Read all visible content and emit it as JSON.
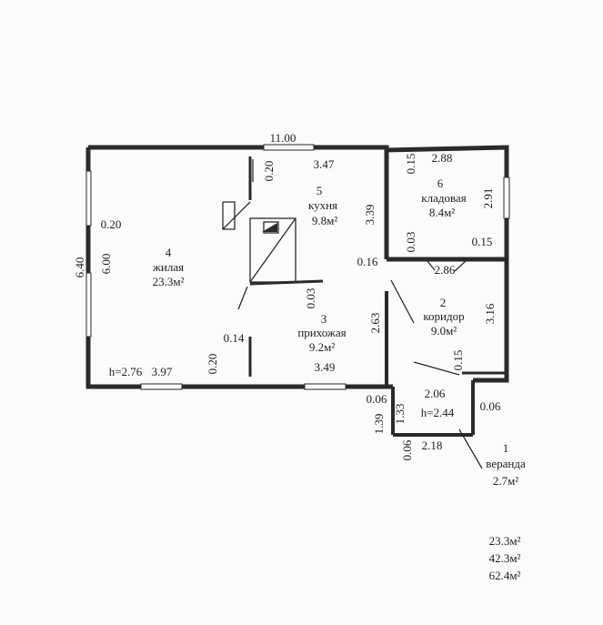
{
  "rooms": [
    {
      "num": "1",
      "name": "веранда",
      "area": "2.7м²"
    },
    {
      "num": "2",
      "name": "коридор",
      "area": "9.0м²"
    },
    {
      "num": "3",
      "name": "прихожая",
      "area": "9.2м²"
    },
    {
      "num": "4",
      "name": "жилая",
      "area": "23.3м²"
    },
    {
      "num": "5",
      "name": "кухня",
      "area": "9.8м²"
    },
    {
      "num": "6",
      "name": "кладовая",
      "area": "8.4м²"
    }
  ],
  "dimensions": {
    "overall_width": "11.00",
    "overall_height": "6.40",
    "living_height": "6.00",
    "living_width_bottom": "3.97",
    "ceiling_height_main": "h=2.76",
    "ceiling_height_veranda": "h=2.44",
    "kitchen_width": "3.47",
    "kitchen_depth": "3.39",
    "hall_width": "3.49",
    "hall_depth": "2.63",
    "storage_width": "2.88",
    "storage_depth": "2.91",
    "corridor_width": "2.86",
    "corridor_depth": "3.16",
    "veranda_width_top": "2.06",
    "veranda_width_bottom": "2.18",
    "veranda_depth_left": "1.39",
    "veranda_depth_inner": "1.33",
    "wall_020_a": "0.20",
    "wall_020_b": "0.20",
    "wall_020_c": "0.20",
    "wall_015_a": "0.15",
    "wall_015_b": "0.15",
    "wall_015_c": "0.15",
    "wall_014": "0.14",
    "wall_016": "0.16",
    "wall_003_a": "0.03",
    "wall_003_b": "0.03",
    "wall_006_a": "0.06",
    "wall_006_b": "0.06",
    "wall_006_c": "0.06"
  },
  "totals": [
    "23.3м²",
    "42.3м²",
    "62.4м²"
  ]
}
